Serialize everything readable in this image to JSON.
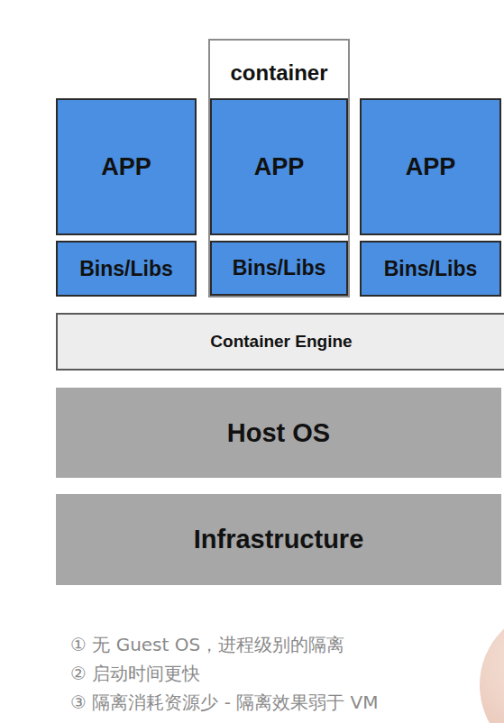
{
  "diagram": {
    "nodes": [
      {
        "text": [
          "container"
        ]
      },
      {
        "text": [
          "APP"
        ]
      },
      {
        "text": [
          "APP"
        ],
        "in": 0
      },
      {
        "text": [
          "APP"
        ]
      },
      {
        "text": [
          "Bins/Libs"
        ]
      },
      {
        "text": [
          "Bins/Libs"
        ],
        "in": 0
      },
      {
        "text": [
          "Bins/Libs"
        ]
      },
      {
        "text": [
          "Container Engine"
        ]
      },
      {
        "text": [
          "Host OS"
        ]
      },
      {
        "text": [
          "Infrastructure"
        ]
      }
    ],
    "labels": [
      "① 无 Guest OS，进程级别的隔离",
      "② 启动时间更快",
      "③ 隔离消耗资源少 - 隔离效果弱于 VM"
    ]
  }
}
